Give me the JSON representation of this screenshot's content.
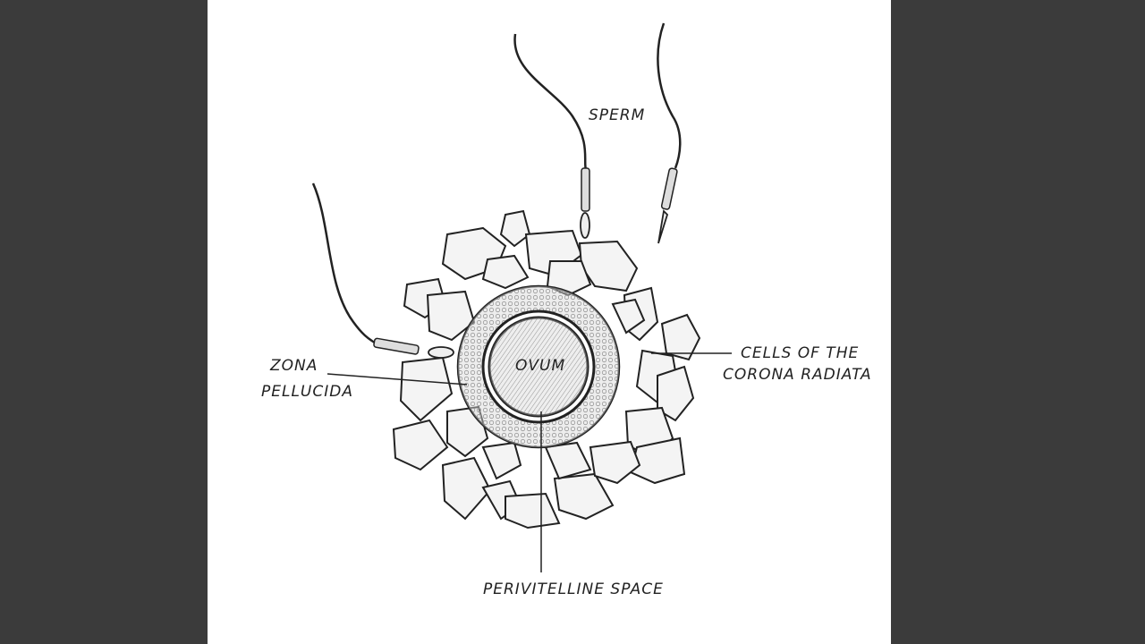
{
  "labels": {
    "sperm": "SPERM",
    "ovum": "OVUM",
    "zona_line1": "ZONA",
    "zona_line2": "PELLUCIDA",
    "corona_line1": "CELLS OF THE",
    "corona_line2": "CORONA RADIATA",
    "perivitelline": "PERIVITELLINE SPACE"
  },
  "colors": {
    "background": "#3b3b3b",
    "paper": "#ffffff",
    "ink": "#222222"
  }
}
